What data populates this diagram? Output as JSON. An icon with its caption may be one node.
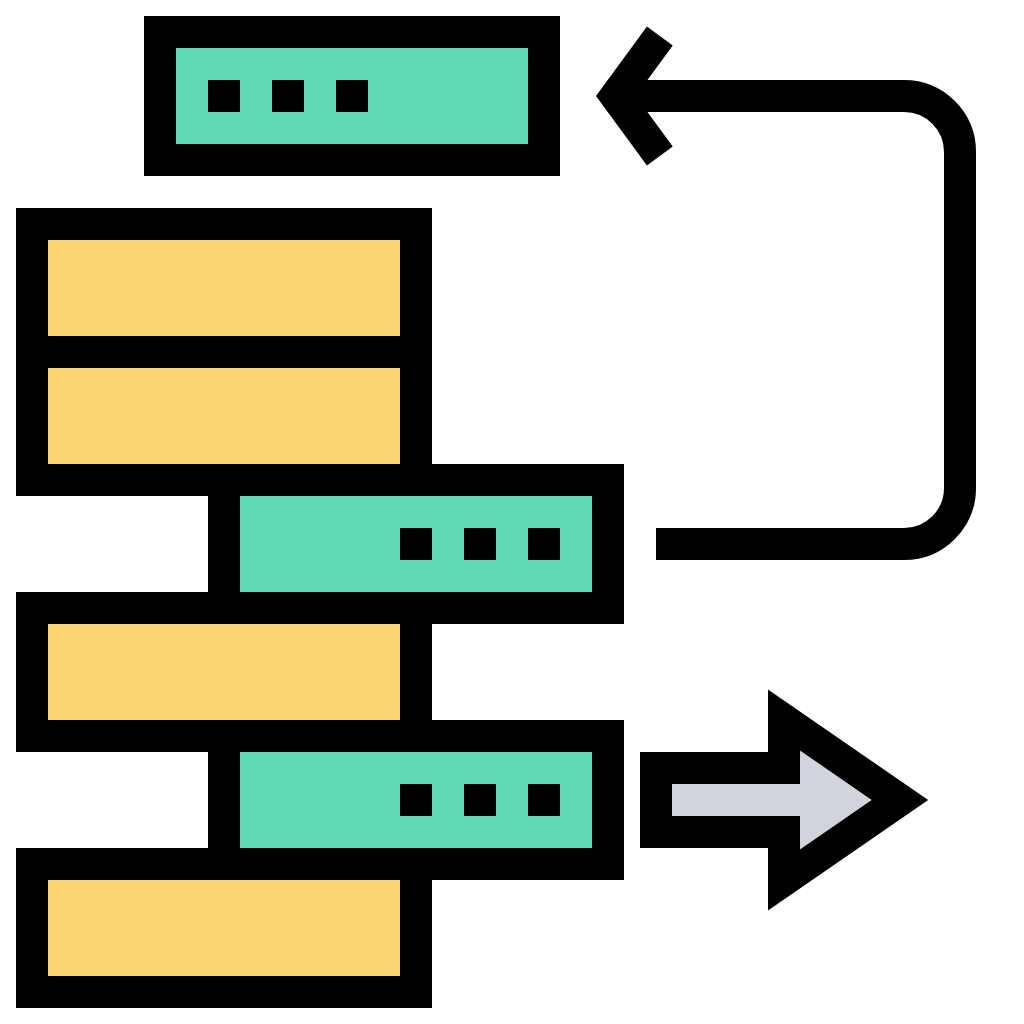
{
  "diagram": {
    "nodes": [
      {
        "text": [],
        "shape": "box"
      },
      {
        "text": [],
        "shape": "box"
      },
      {
        "text": [],
        "shape": "box"
      },
      {
        "text": [],
        "shape": "box"
      },
      {
        "text": [],
        "shape": "box"
      },
      {
        "text": [],
        "shape": "box"
      },
      {
        "text": [],
        "shape": "box"
      }
    ],
    "edges": [
      {
        "from": 3,
        "to": 0,
        "arrow": "to"
      },
      {
        "from": 5,
        "to": null,
        "arrow": "to",
        "style": "thick",
        "color": "#d1d4dc"
      }
    ]
  }
}
